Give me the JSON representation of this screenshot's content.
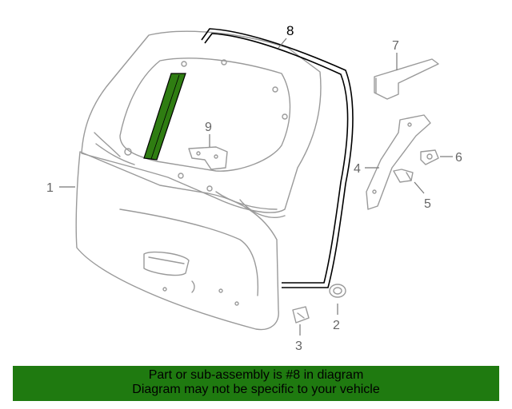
{
  "callouts": {
    "c1": "1",
    "c2": "2",
    "c3": "3",
    "c4": "4",
    "c5": "5",
    "c6": "6",
    "c7": "7",
    "c8": "8",
    "c9": "9"
  },
  "highlight_part": "8",
  "colors": {
    "banner_bg": "#1f7a10",
    "highlight_strip": "#2f7d12",
    "part_stroke": "#9a9a9a",
    "seal_stroke": "#000000"
  },
  "banner": {
    "line1": "Part or sub-assembly is #8 in diagram",
    "line2": "Diagram may not be specific to your vehicle"
  }
}
